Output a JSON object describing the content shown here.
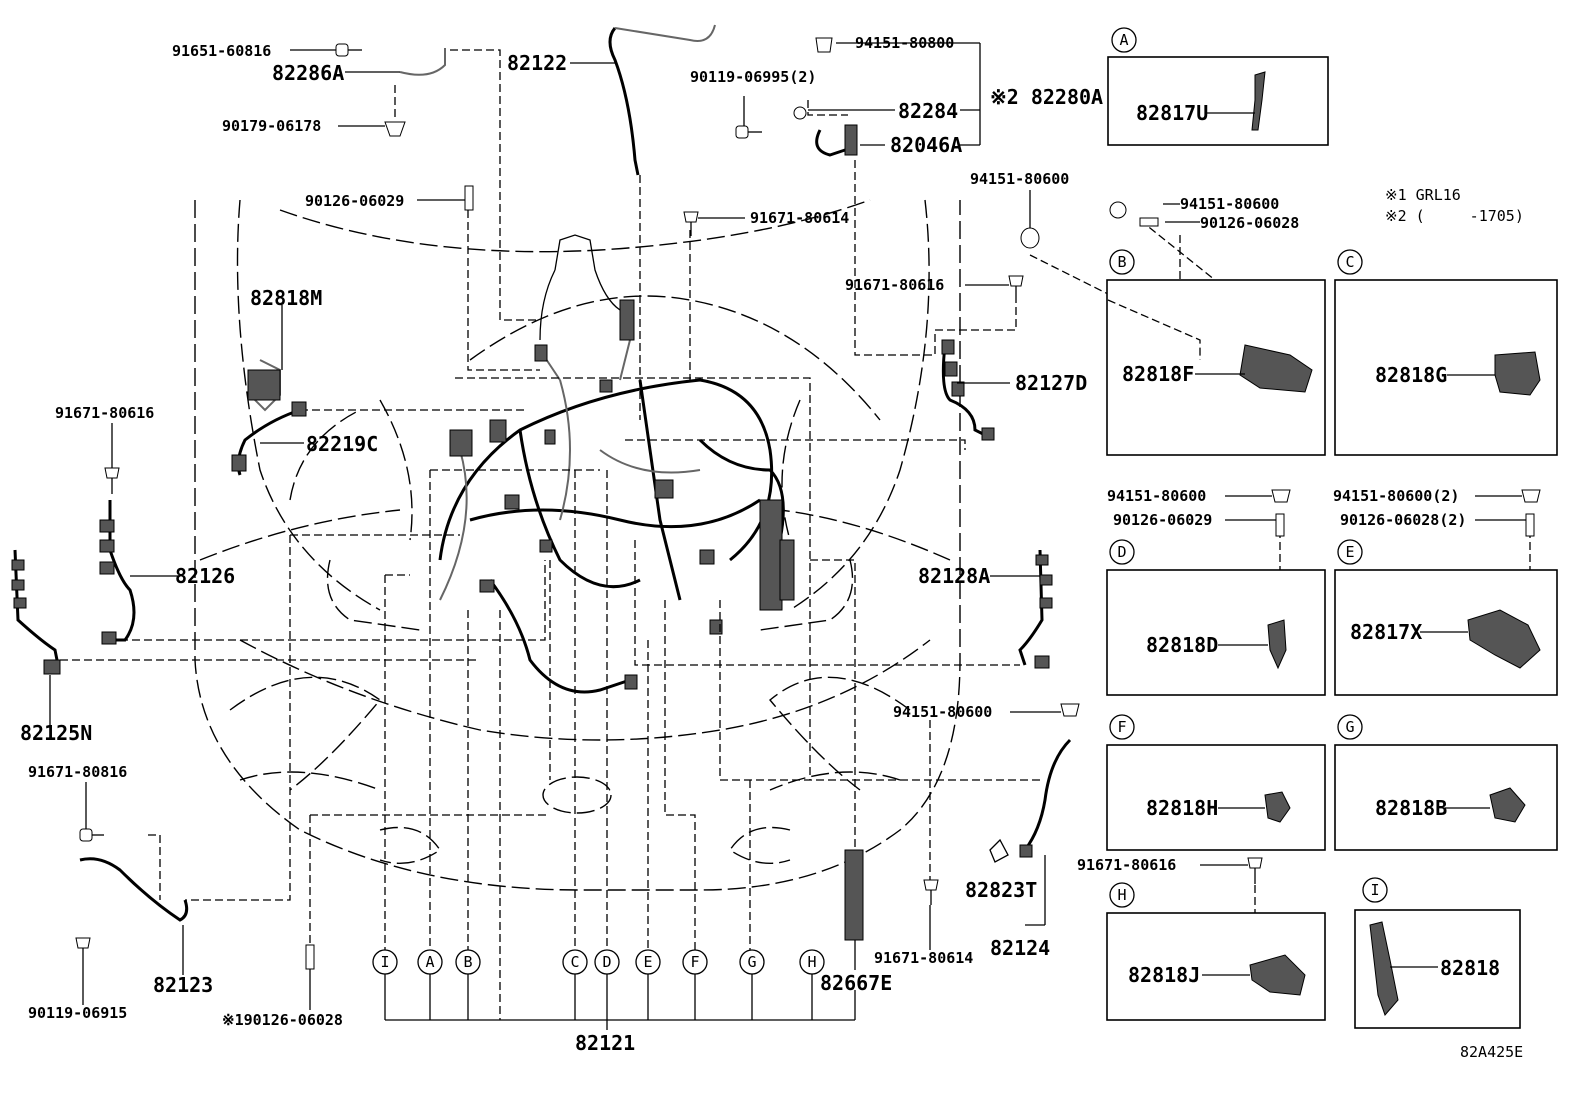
{
  "diagram": {
    "footer_code": "82A425E",
    "notes": [
      "※1 GRL16",
      "※2 (　　　-1705)"
    ],
    "parts": [
      {
        "id": "p1",
        "label": "91651-60816"
      },
      {
        "id": "p2",
        "label": "82286A"
      },
      {
        "id": "p3",
        "label": "90179-06178"
      },
      {
        "id": "p4",
        "label": "82122"
      },
      {
        "id": "p5",
        "label": "94151-80800"
      },
      {
        "id": "p6",
        "label": "90119-06995(2)"
      },
      {
        "id": "p7",
        "label": "82284"
      },
      {
        "id": "p8",
        "label": "※2 82280A"
      },
      {
        "id": "p9",
        "label": "82046A"
      },
      {
        "id": "p10",
        "label": "90126-06029"
      },
      {
        "id": "p11",
        "label": "91671-80614"
      },
      {
        "id": "p12",
        "label": "94151-80600"
      },
      {
        "id": "p13",
        "label": "91671-80616"
      },
      {
        "id": "p14",
        "label": "82818M"
      },
      {
        "id": "p15",
        "label": "82127D"
      },
      {
        "id": "p16",
        "label": "91671-80616"
      },
      {
        "id": "p17",
        "label": "82219C"
      },
      {
        "id": "p18",
        "label": "82126"
      },
      {
        "id": "p19",
        "label": "82128A"
      },
      {
        "id": "p20",
        "label": "82125N"
      },
      {
        "id": "p21",
        "label": "94151-80600"
      },
      {
        "id": "p22",
        "label": "91671-80816"
      },
      {
        "id": "p23",
        "label": "82823T"
      },
      {
        "id": "p24",
        "label": "82124"
      },
      {
        "id": "p25",
        "label": "82123"
      },
      {
        "id": "p26",
        "label": "91671-80614"
      },
      {
        "id": "p27",
        "label": "82667E"
      },
      {
        "id": "p28",
        "label": "90119-06915"
      },
      {
        "id": "p29",
        "label": "※190126-06028"
      },
      {
        "id": "p30",
        "label": "82121"
      },
      {
        "id": "p31",
        "label": "94151-80600"
      },
      {
        "id": "p32",
        "label": "90126-06028"
      }
    ],
    "circle_tags": [
      "I",
      "A",
      "B",
      "C",
      "D",
      "E",
      "F",
      "G",
      "H"
    ],
    "detail_boxes": [
      {
        "tag": "A",
        "part": "82817U"
      },
      {
        "tag": "B",
        "part": "82818F"
      },
      {
        "tag": "C",
        "part": "82818G"
      },
      {
        "tag": "D",
        "part": "82818D",
        "fasteners": [
          "94151-80600",
          "90126-06029"
        ]
      },
      {
        "tag": "E",
        "part": "82817X",
        "fasteners": [
          "94151-80600(2)",
          "90126-06028(2)"
        ]
      },
      {
        "tag": "F",
        "part": "82818H"
      },
      {
        "tag": "G",
        "part": "82818B"
      },
      {
        "tag": "H",
        "part": "82818J",
        "fasteners": [
          "91671-80616"
        ]
      },
      {
        "tag": "I",
        "part": "82818"
      }
    ]
  }
}
